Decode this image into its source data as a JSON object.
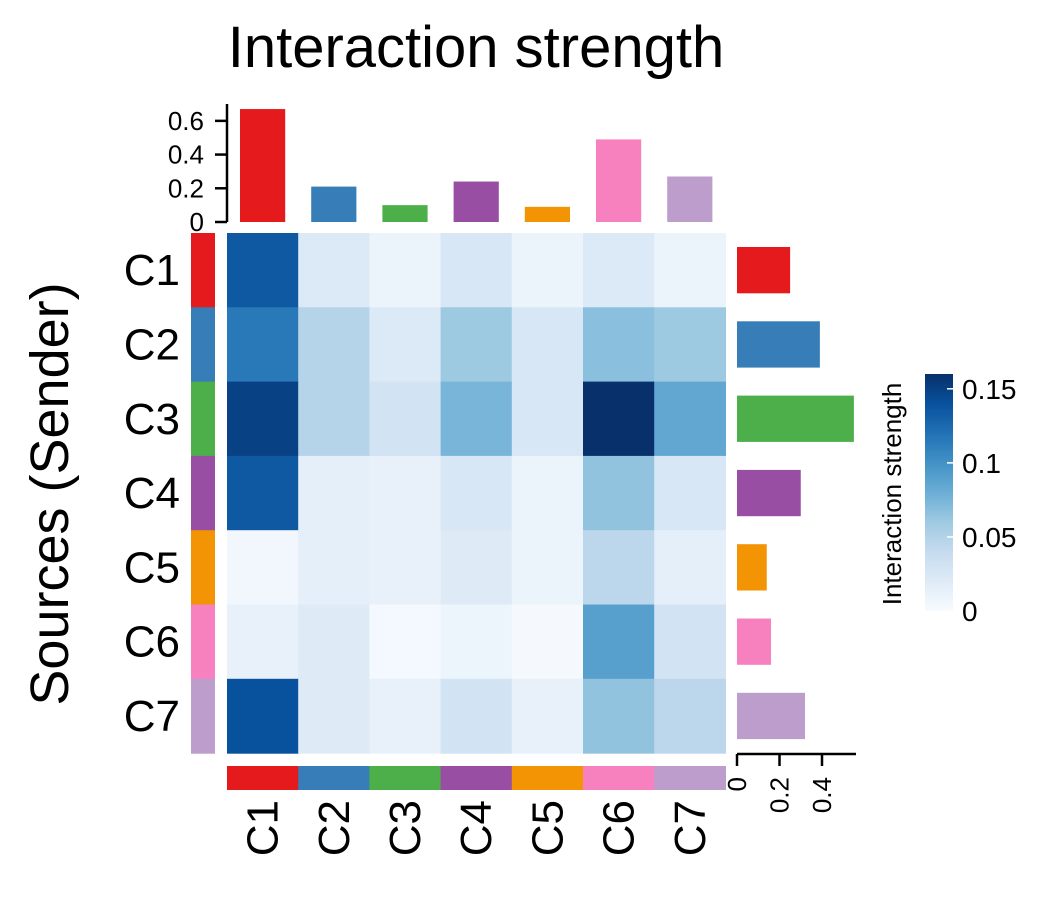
{
  "chart_data": {
    "type": "heatmap",
    "title": "Interaction strength",
    "ylabel": "Sources (Sender)",
    "rows": [
      "C1",
      "C2",
      "C3",
      "C4",
      "C5",
      "C6",
      "C7"
    ],
    "columns": [
      "C1",
      "C2",
      "C3",
      "C4",
      "C5",
      "C6",
      "C7"
    ],
    "group_colors": [
      "#E41A1C",
      "#377EB8",
      "#4DAF4A",
      "#984EA3",
      "#F29403",
      "#F781BF",
      "#BC9DCC"
    ],
    "values": [
      [
        0.135,
        0.022,
        0.01,
        0.025,
        0.01,
        0.022,
        0.01
      ],
      [
        0.115,
        0.048,
        0.022,
        0.06,
        0.025,
        0.068,
        0.06
      ],
      [
        0.15,
        0.048,
        0.03,
        0.075,
        0.025,
        0.165,
        0.085
      ],
      [
        0.135,
        0.015,
        0.012,
        0.025,
        0.01,
        0.065,
        0.025
      ],
      [
        0.005,
        0.015,
        0.012,
        0.02,
        0.01,
        0.045,
        0.015
      ],
      [
        0.012,
        0.02,
        0.003,
        0.008,
        0.002,
        0.09,
        0.03
      ],
      [
        0.14,
        0.02,
        0.012,
        0.03,
        0.012,
        0.065,
        0.045
      ]
    ],
    "color_scale": {
      "min": 0,
      "max": 0.16,
      "colors": [
        "#F7FBFF",
        "#DEEBF7",
        "#C6DBEF",
        "#9ECAE1",
        "#6BAED6",
        "#4292C6",
        "#2171B5",
        "#08519C",
        "#08306B"
      ]
    },
    "top_bars": {
      "values": [
        0.67,
        0.21,
        0.1,
        0.24,
        0.09,
        0.49,
        0.27
      ],
      "ylim": [
        0,
        0.7
      ],
      "ticks": [
        0,
        0.2,
        0.4,
        0.6
      ],
      "tick_labels": [
        "0",
        "0.2",
        "0.4",
        "0.6"
      ]
    },
    "right_bars": {
      "values": [
        0.25,
        0.39,
        0.55,
        0.3,
        0.14,
        0.16,
        0.32
      ],
      "xlim": [
        0,
        0.56
      ],
      "ticks": [
        0,
        0.2,
        0.4
      ],
      "tick_labels": [
        "0",
        "0.2",
        "0.4"
      ]
    },
    "legend": {
      "title": "Interaction strength",
      "ticks": [
        0,
        0.05,
        0.1,
        0.15
      ],
      "tick_labels": [
        "0",
        "0.05",
        "0.1",
        "0.15"
      ],
      "position": "right"
    }
  }
}
